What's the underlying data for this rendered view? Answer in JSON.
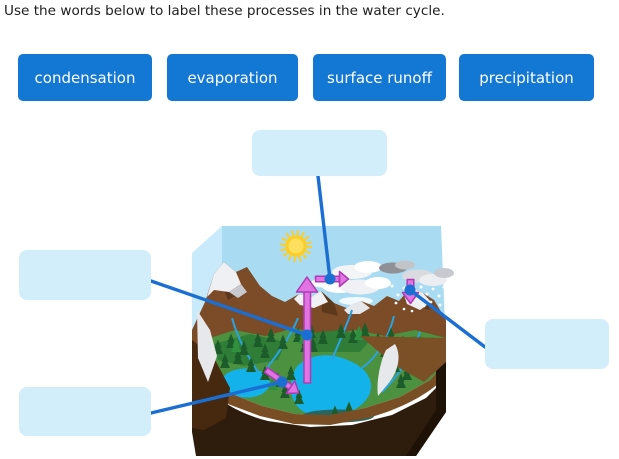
{
  "title": "Use the words below to label these processes in the water cycle.",
  "word_bank": [
    {
      "label": "condensation"
    },
    {
      "label": "evaporation"
    },
    {
      "label": "surface runoff"
    },
    {
      "label": "precipitation"
    }
  ],
  "drop_targets": [
    {
      "position": "top",
      "points_to_arrow": "right"
    },
    {
      "position": "middle-left",
      "points_to_arrow": "up"
    },
    {
      "position": "bottom-left",
      "points_to_arrow": "down-right"
    },
    {
      "position": "right",
      "points_to_arrow": "down"
    }
  ],
  "diagram": {
    "markers": [
      {
        "name": "condensation-marker",
        "arrow_direction": "right"
      },
      {
        "name": "evaporation-marker",
        "arrow_direction": "up"
      },
      {
        "name": "surface-runoff-marker",
        "arrow_direction": "down-right"
      },
      {
        "name": "precipitation-marker",
        "arrow_direction": "down"
      }
    ]
  },
  "colors": {
    "background": "#ffffff",
    "word_button_bg": "#1377d4",
    "word_button_text": "#ffffff",
    "drop_target_bg": "#d3eefb",
    "connector_line": "#1b6fd3",
    "connector_dot": "#1b6fd3",
    "process_arrow_fill": "#e273e2",
    "process_arrow_stroke": "#ad3bb3",
    "sky": "#a9dbf3",
    "sky_side": "#c8eafa",
    "sun": "#fbcf2a",
    "water": "#14b2ea",
    "forest_dark": "#1b5c2a",
    "forest_light": "#4c9140",
    "mountain": "#7c4b27",
    "soil_dark": "#2e1d0d"
  }
}
